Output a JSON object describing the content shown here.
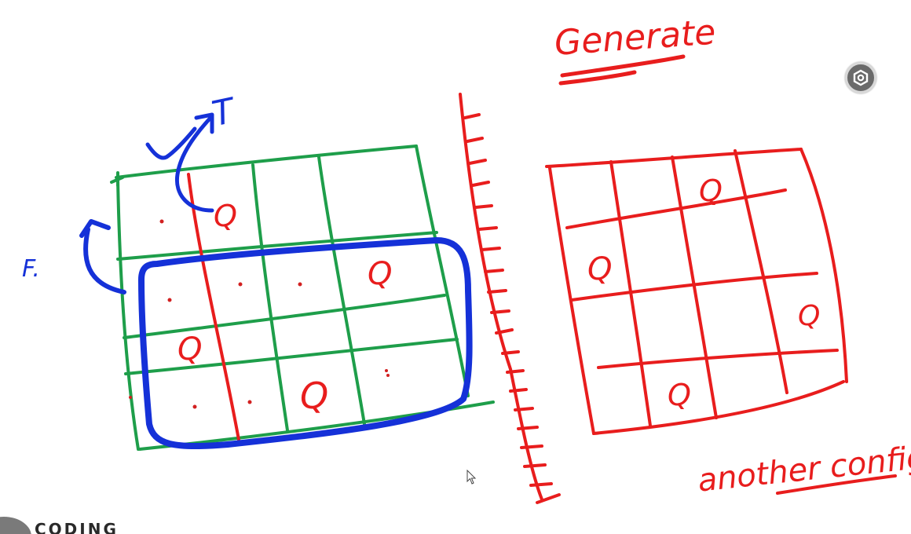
{
  "colors": {
    "green": "#1e9e4a",
    "red": "#e81d1d",
    "blue": "#1531d8",
    "ink_dot": "#d22020"
  },
  "annotations": {
    "title": "Generate",
    "bottom_note": "another config",
    "left_label": "F.",
    "arrow_label": "T"
  },
  "left_board": {
    "queen_symbol": "Q",
    "dot_symbol": "."
  },
  "right_board": {
    "queen_symbol": "Q"
  },
  "icons": {
    "settings": "settings-gear-icon",
    "cursor": "mouse-pointer-icon"
  },
  "logo": {
    "text": "CODING"
  }
}
